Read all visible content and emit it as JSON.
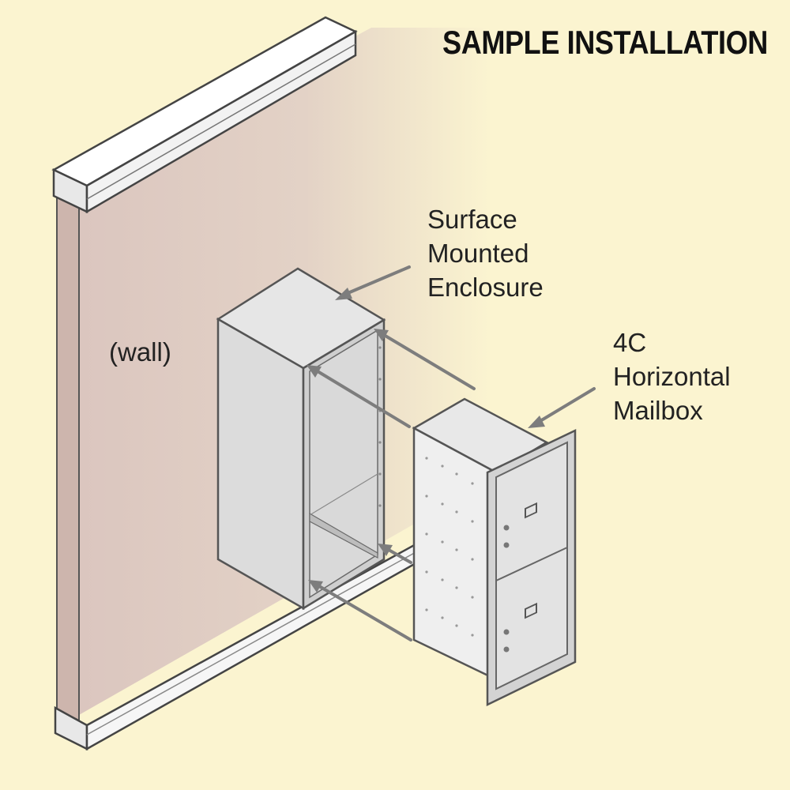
{
  "heading": "SAMPLE INSTALLATION",
  "labels": {
    "wall": "(wall)",
    "enclosure": [
      "Surface",
      "Mounted",
      "Enclosure"
    ],
    "mailbox": [
      "4C",
      "Horizontal",
      "Mailbox"
    ]
  },
  "colors": {
    "background": "#fbf4d0",
    "wall": "#dcc9c2",
    "metal_light": "#e9e9e9",
    "metal_mid": "#d4d4d4",
    "metal_dark": "#a9a9a9",
    "outline": "#555555",
    "arrow": "#7d7d7d"
  }
}
